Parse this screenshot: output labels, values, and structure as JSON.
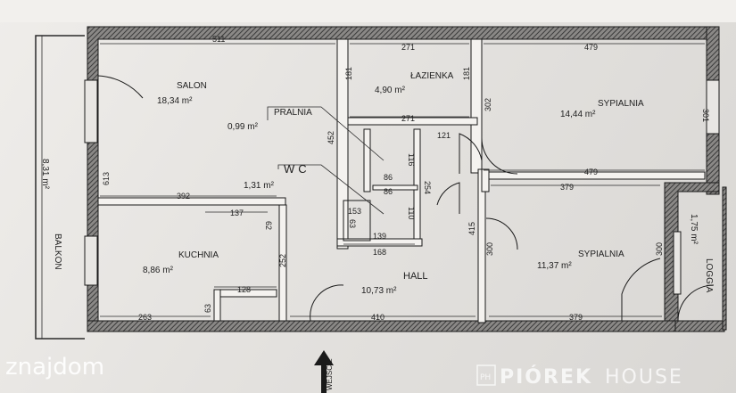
{
  "rooms": {
    "salon": {
      "name": "SALON",
      "area": "18,34 m²"
    },
    "pralnia": {
      "name": "PRALNIA",
      "area": "0,99 m²"
    },
    "wc": {
      "name": "WC",
      "area": "1,31 m²"
    },
    "lazienka": {
      "name": "ŁAZIENKA",
      "area": "4,90 m²"
    },
    "sypialnia1": {
      "name": "SYPIALNIA",
      "area": "14,44 m²"
    },
    "sypialnia2": {
      "name": "SYPIALNIA",
      "area": "11,37 m²"
    },
    "kuchnia": {
      "name": "KUCHNIA",
      "area": "8,86 m²"
    },
    "hall": {
      "name": "HALL",
      "area": "10,73 m²"
    },
    "balkon": {
      "name": "BALKON",
      "area": "8,31 m²"
    },
    "loggia": {
      "name": "LOGGIA",
      "area": "1,75 m²"
    }
  },
  "dimensions": {
    "d511": "511",
    "d271a": "271",
    "d479a": "479",
    "d181a": "181",
    "d181b": "181",
    "d271b": "271",
    "d121": "121",
    "d302": "302",
    "d301": "301",
    "d452": "452",
    "d116": "116",
    "d86a": "86",
    "d86b": "86",
    "d254": "254",
    "d110": "110",
    "d153": "153",
    "d63a": "63",
    "d139": "139",
    "d168": "168",
    "d479b": "479",
    "d379a": "379",
    "d392": "392",
    "d137": "137",
    "d62": "62",
    "d613": "613",
    "d415": "415",
    "d300a": "300",
    "d300b": "300",
    "d252": "252",
    "d128": "128",
    "d63b": "63",
    "d263": "263",
    "d410": "410",
    "d379b": "379"
  },
  "entrance_label": "WEJŚCIE",
  "watermarks": {
    "left": "znajdom",
    "right_bold": "PIÓREK",
    "right_light": "HOUSE",
    "right_badge": "PH"
  }
}
